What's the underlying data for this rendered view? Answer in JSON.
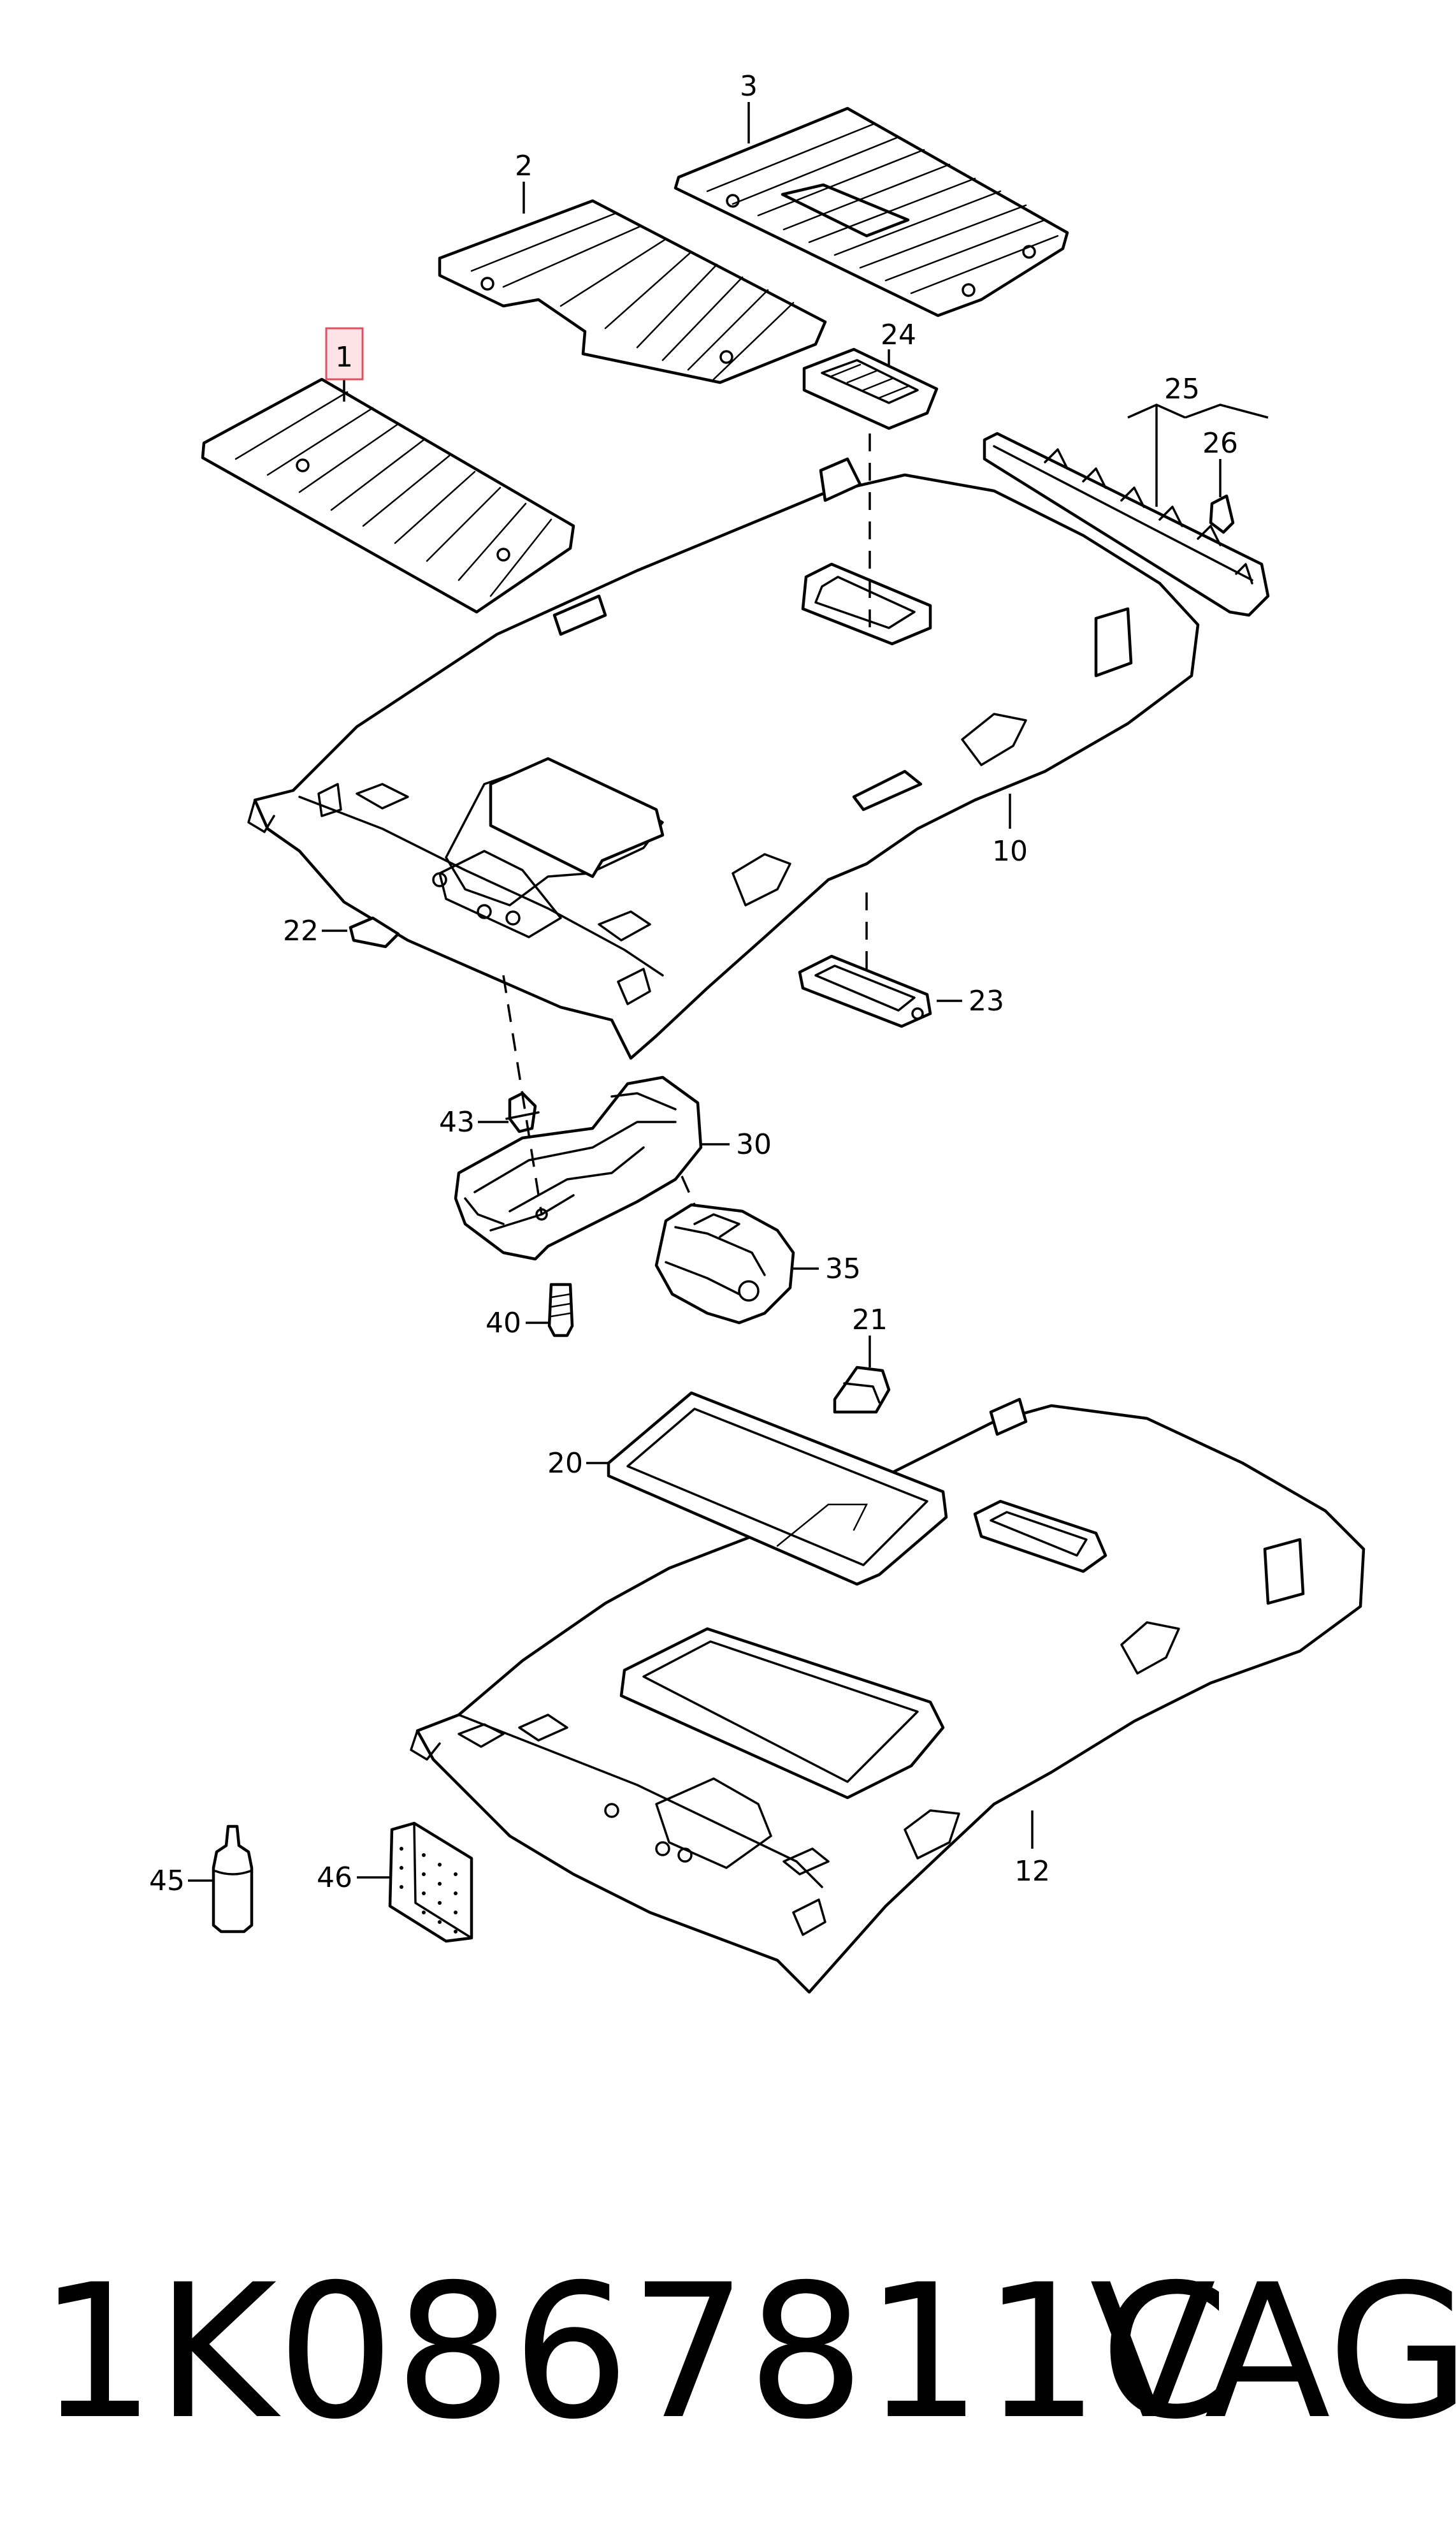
{
  "parts": [
    {
      "ref": "1",
      "highlighted": true
    },
    {
      "ref": "2"
    },
    {
      "ref": "3"
    },
    {
      "ref": "24"
    },
    {
      "ref": "25"
    },
    {
      "ref": "26"
    },
    {
      "ref": "10"
    },
    {
      "ref": "22"
    },
    {
      "ref": "23"
    },
    {
      "ref": "43"
    },
    {
      "ref": "30"
    },
    {
      "ref": "35"
    },
    {
      "ref": "40"
    },
    {
      "ref": "21"
    },
    {
      "ref": "20"
    },
    {
      "ref": "45"
    },
    {
      "ref": "46"
    },
    {
      "ref": "12"
    }
  ],
  "footer": {
    "part_number": "1K0867811C",
    "brand": "VAG"
  },
  "colors": {
    "line": "#000000",
    "highlight_fill": "#fde3e6",
    "highlight_stroke": "#e05060"
  }
}
